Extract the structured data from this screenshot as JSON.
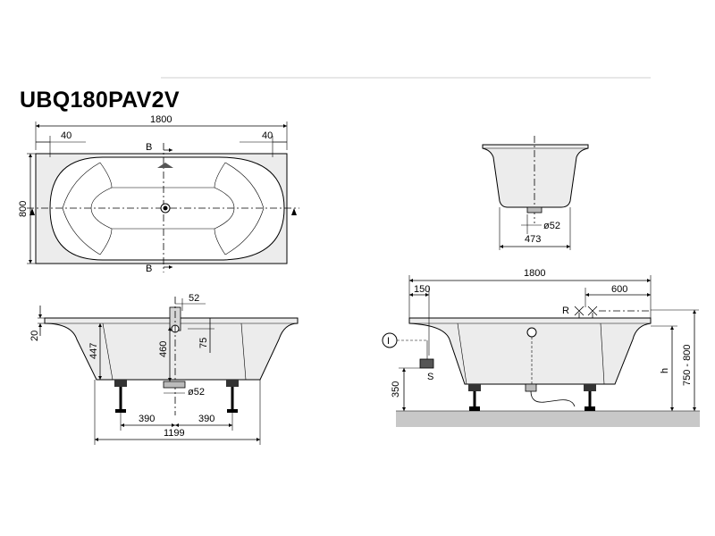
{
  "title": "UBQ180PAV2V",
  "top_view": {
    "length": "1800",
    "width": "800",
    "offset_left": "40",
    "offset_right": "40",
    "section_mark": "B"
  },
  "front_view": {
    "rim_height": "20",
    "depth": "447",
    "drain_offset": "52",
    "height_460": "460",
    "overflow_75": "75",
    "drain_diameter": "ø52",
    "leg_left": "390",
    "leg_right": "390",
    "leg_span": "1199"
  },
  "side_view": {
    "drain_diameter": "ø52",
    "drain_offset": "473"
  },
  "installation_view": {
    "length": "1800",
    "offset_150": "150",
    "offset_600": "600",
    "marker_r": "R",
    "marker_i": "I",
    "marker_s": "S",
    "dim_350": "350",
    "dim_h": "h",
    "dim_range": "750 - 800"
  }
}
